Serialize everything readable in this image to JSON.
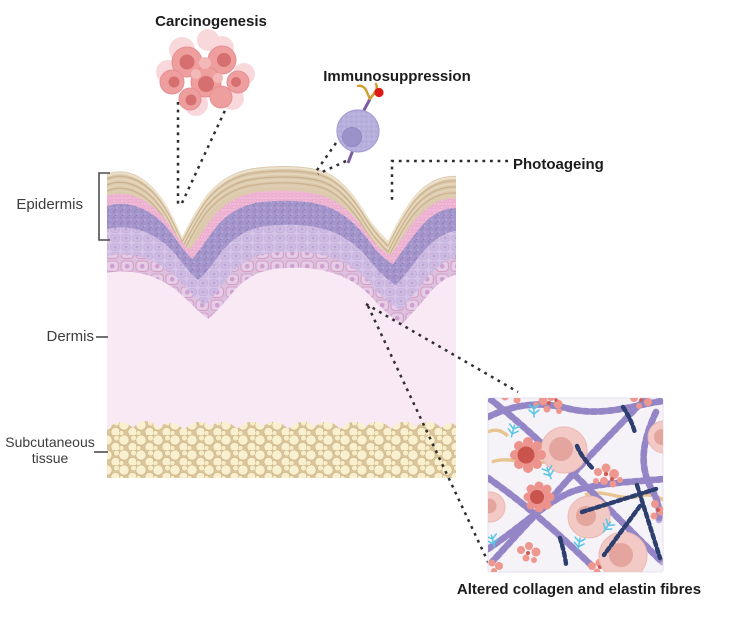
{
  "labels": {
    "carcinogenesis": "Carcinogenesis",
    "immunosuppression": "Immunosuppression",
    "photoageing": "Photoageing",
    "epidermis": "Epidermis",
    "dermis": "Dermis",
    "subcutaneous_line1": "Subcutaneous",
    "subcutaneous_line2": "tissue",
    "altered_fibres": "Altered collagen and elastin fibres"
  },
  "icons": {
    "tumor_cell_cluster_icon": "cluster of pink carcinoma cells",
    "immune_cell_icon": "immune cell with antibody receptor and red antigen",
    "skin_cross_section_illustration": "wrinkled skin cross-section with epidermis, dermis and subcutaneous fat",
    "collagen_elastin_inset_illustration": "magnified dermis showing altered collagen and elastin fibres"
  },
  "colors": {
    "label_text": "#1c1c1c",
    "layer_label_text": "#3c3c3c",
    "callout_line": "#2e2e2e",
    "stratum_corneum": "#dcc9ae",
    "epidermis_pink_band": "#f2bcd8",
    "epidermis_purple_band": "#a495cb",
    "epidermis_lavender_band": "#d5c4e7",
    "basal_cell_band": "#ddc0dd",
    "dermis": "#f9e9f4",
    "fat_cell": "#f8f0cf",
    "fat_gap": "#dbc69c",
    "tumor_cell": "#ef9e9e",
    "tumor_nucleus": "#d66f6f",
    "immune_cell": "#b8b0dc",
    "immune_nucleus": "#9c92ca",
    "antibody_gold": "#cf9c2e",
    "antigen_red": "#de1b15",
    "collagen_fiber": "#b9addf",
    "collagen_fiber_dark": "#8e7fc2",
    "elastin_beads": "#2c3f6e",
    "inset_background": "#f5f3f8",
    "inset_pink_cell": "#f2c9c4",
    "inset_salmon_cell": "#ec938d",
    "cyan_fragment": "#58c5e7"
  }
}
